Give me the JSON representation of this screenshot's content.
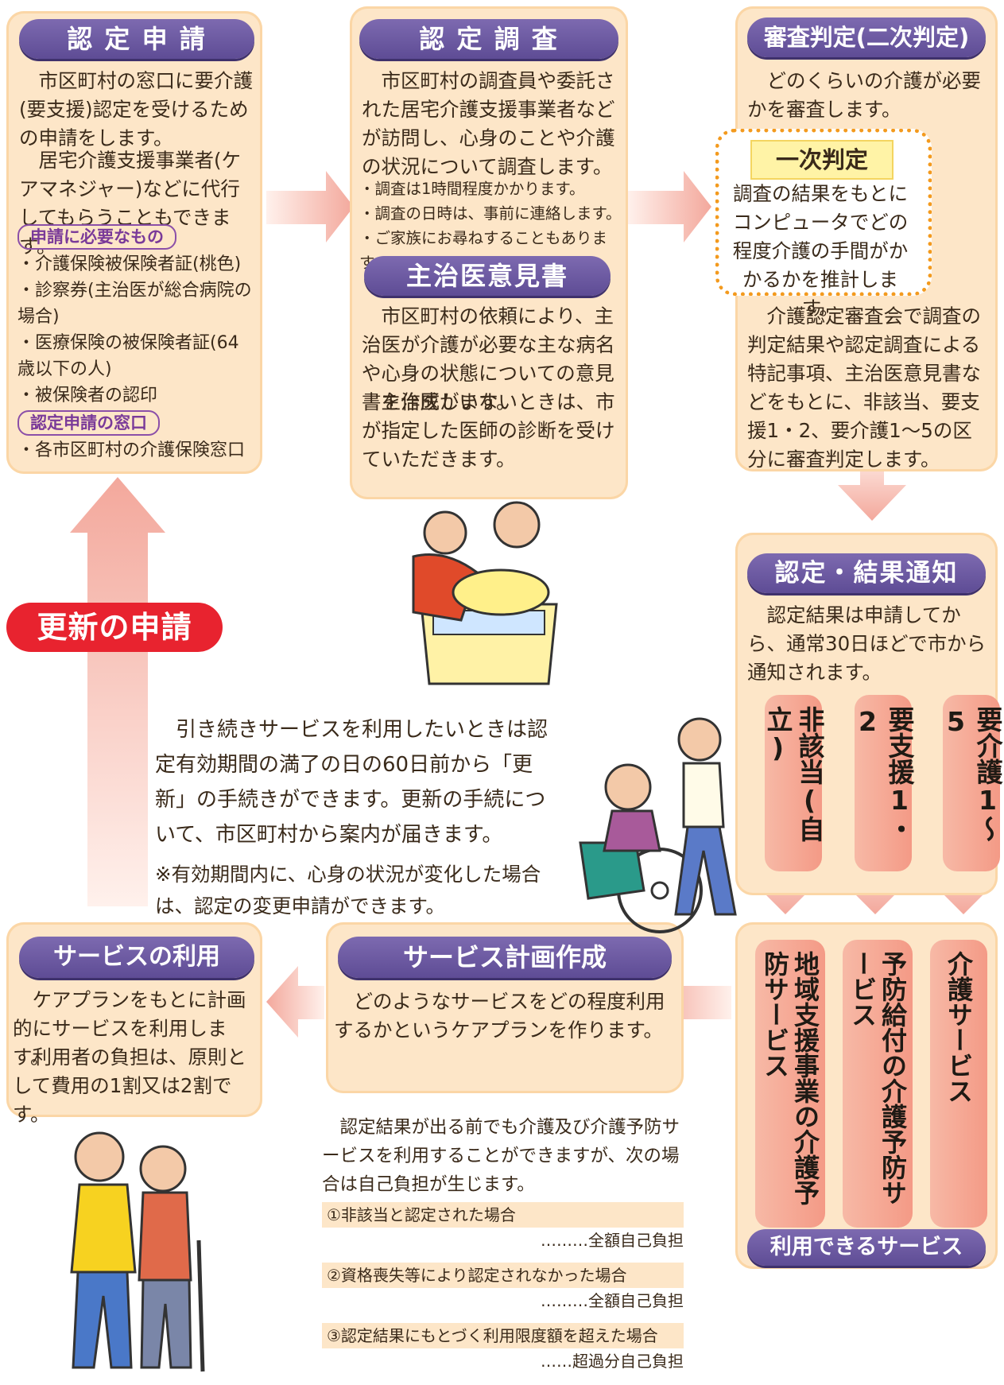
{
  "apply": {
    "title": "認 定 申 請",
    "p1": "　市区町村の窓口に要介護(要支援)認定を受けるための申請をします。",
    "p2": "　居宅介護支援事業者(ケアマネジャー)などに代行してもらうこともできます。",
    "need_label": "申請に必要なもの",
    "need_items": [
      "・介護保険被保険者証(桃色)",
      "・診察券(主治医が総合病院の場合)",
      "・医療保険の被保険者証(64歳以下の人)",
      "・被保険者の認印"
    ],
    "window_label": "認定申請の窓口",
    "window_item": "・各市区町村の介護保険窓口"
  },
  "survey": {
    "title": "認 定 調 査",
    "p1": "　市区町村の調査員や委託された居宅介護支援事業者などが訪問し、心身のことや介護の状況について調査します。",
    "bullets": [
      "・調査は1時間程度かかります。",
      "・調査の日時は、事前に連絡します。",
      "・ご家族にお尋ねすることもあります。"
    ]
  },
  "opinion": {
    "title": "主治医意見書",
    "p1": "　市区町村の依頼により、主治医が介護が必要な主な病名や心身の状態についての意見書を作成します。",
    "p2": "　主治医がいないときは、市が指定した医師の診断を受けていただきます。"
  },
  "judge": {
    "title": "審査判定(二次判定)",
    "p1": "　どのくらいの介護が必要かを審査します。",
    "first_label": "一次判定",
    "first_text": "調査の結果をもとにコンピュータでどの程度介護の手間がかかるかを推計します。",
    "p2": "　介護認定審査会で調査の判定結果や認定調査による特記事項、主治医意見書などをもとに、非該当、要支援1・2、要介護1～5の区分に審査判定します。"
  },
  "notice": {
    "title": "認定・結果通知",
    "p1": "　認定結果は申請してから、通常30日ほどで市から通知されます。",
    "levels": [
      "非該当(自立)",
      "要支援1・2",
      "要介護1～5"
    ]
  },
  "renew": {
    "label": "更新の申請",
    "p1": "　引き続きサービスを利用したいときは認定有効期間の満了の日の60日前から「更新」の手続きができます。更新の手続について、市区町村から案内が届きます。",
    "p2": "※有効期間内に、心身の状況が変化した場合は、認定の変更申請ができます。"
  },
  "services": {
    "items": [
      "地域支援事業の介護予防サービス",
      "予防給付の介護予防サービス",
      "介護サービス"
    ],
    "footer": "利用できるサービス"
  },
  "plan": {
    "title": "サービス計画作成",
    "p1": "　どのようなサービスをどの程度利用するかというケアプランを作ります。",
    "note": "　認定結果が出る前でも介護及び介護予防サービスを利用することができますが、次の場合は自己負担が生じます。",
    "cases": [
      {
        "cond": "①非該当と認定された場合",
        "res": "………全額自己負担"
      },
      {
        "cond": "②資格喪失等により認定されなかった場合",
        "res": "………全額自己負担"
      },
      {
        "cond": "③認定結果にもとづく利用限度額を超えた場合",
        "res": "……超過分自己負担"
      }
    ]
  },
  "use": {
    "title": "サービスの利用",
    "p1": "　ケアプランをもとに計画的にサービスを利用します。",
    "p2": "　利用者の負担は、原則として費用の1割又は2割です。"
  },
  "colors": {
    "box": "#fde6c8",
    "pill": "#6a57a0",
    "arrow": "#f6b3a8",
    "renew": "#e8232f",
    "first": "#f39a1e"
  }
}
